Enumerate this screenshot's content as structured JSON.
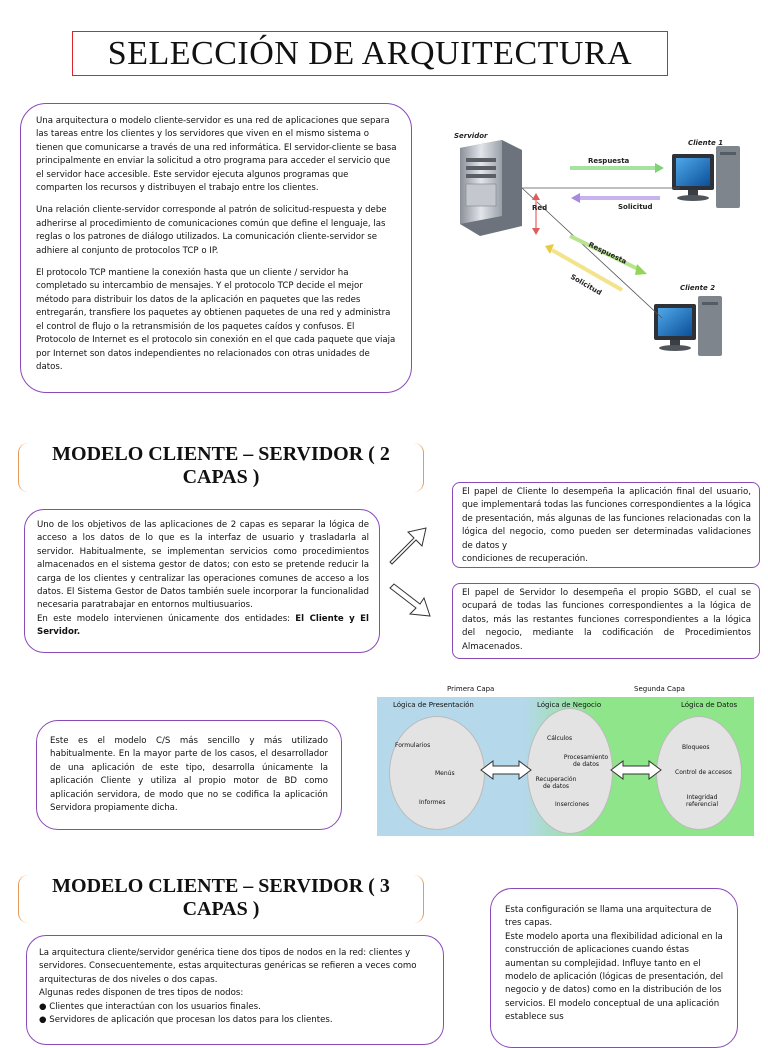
{
  "title": "SELECCIÓN DE ARQUITECTURA",
  "intro": {
    "p1": "Una arquitectura o modelo cliente-servidor es una red de aplicaciones que separa las tareas entre los clientes y los servidores que viven en el mismo sistema o tienen que comunicarse a través de una red informática. El servidor-cliente se basa principalmente en enviar la solicitud a otro programa para acceder el servicio que el servidor hace accesible. Este servidor ejecuta algunos programas que comparten los recursos y distribuyen el trabajo entre los clientes.",
    "p2": "Una relación cliente-servidor corresponde al patrón de solicitud-respuesta y debe adherirse al procedimiento de comunicaciones común que define el lenguaje, las reglas o los patrones de diálogo utilizados. La comunicación cliente-servidor se adhiere al conjunto de protocolos TCP o IP.",
    "p3": "El protocolo TCP mantiene la conexión hasta que un cliente / servidor ha completado su intercambio de mensajes. Y el protocolo TCP decide el mejor método para distribuir los datos de la aplicación en paquetes que las redes entregarán, transfiere los paquetes ay obtienen paquetes de una red y administra el control de flujo o la retransmisión de los paquetes caídos y confusos. El Protocolo de Internet es el protocolo sin conexión en el que cada paquete que viaja por Internet son datos independientes no relacionados con otras unidades de datos."
  },
  "network_diagram": {
    "servidor": "Servidor",
    "cliente1": "Cliente 1",
    "cliente2": "Cliente 2",
    "red": "Red",
    "respuesta": "Respuesta",
    "solicitud": "Solicitud"
  },
  "section2": {
    "heading_line1": "MODELO CLIENTE – SERVIDOR   ( 2",
    "heading_line2": "CAPAS )",
    "main_text": "Uno de los objetivos de las aplicaciones de 2 capas es separar la lógica de acceso a los datos de lo que es la interfaz de usuario y trasladarla al servidor. Habitualmente, se implementan servicios como procedimientos almacenados en el sistema gestor de datos; con esto se pretende reducir la carga de los clientes y centralizar las operaciones comunes de acceso a los datos. El Sistema Gestor de Datos también suele incorporar la funcionalidad necesaria paratrabajar en entornos multiusuarios.",
    "main_text2_prefix": "En este modelo intervienen únicamente dos entidades: ",
    "main_text2_bold": "El Cliente y El Servidor.",
    "client_text": "El papel de Cliente lo desempeña la aplicación final del usuario, que implementará todas las funciones correspondientes a la lógica de presentación, más algunas de las funciones relacionadas con la lógica del negocio, como pueden ser determinadas validaciones de datos y",
    "client_text2": "condiciones de recuperación.",
    "server_text": "El papel de Servidor lo desempeña el propio SGBD, el cual se ocupará de todas las funciones correspondientes a la lógica de datos, más las restantes funciones correspondientes a la lógica del negocio, mediante la codificación de Procedimientos Almacenados.",
    "simple_text": "Este es el modelo C/S más sencillo y más utilizado habitualmente. En la mayor parte de los casos, el desarrollador de una aplicación de este tipo, desarrolla únicamente la aplicación Cliente y utiliza al propio motor de BD como aplicación servidora, de modo que no se codifica la aplicación Servidora propiamente dicha."
  },
  "layers_diagram": {
    "primera_capa": "Primera Capa",
    "segunda_capa": "Segunda Capa",
    "logica_presentacion": "Lógica de Presentación",
    "logica_negocio": "Lógica de Negocio",
    "logica_datos": "Lógica de Datos",
    "formularios": "Formularios",
    "menus": "Menús",
    "informes": "Informes",
    "calculos": "Cálculos",
    "procesamiento": "Procesamiento de datos",
    "recuperacion": "Recuperación de datos",
    "inserciones": "Inserciones",
    "bloqueos": "Bloqueos",
    "control_accesos": "Control de accesos",
    "integridad": "Integridad referencial",
    "colors": {
      "blue": "#b5d8ea",
      "green": "#8ee58a",
      "ellipse": "#e3e3e3"
    }
  },
  "section3": {
    "heading_line1": "MODELO CLIENTE – SERVIDOR   ( 3",
    "heading_line2": "CAPAS )",
    "left_text1": "La arquitectura cliente/servidor genérica tiene dos tipos de nodos en la red: clientes y servidores. Consecuentemente, estas arquitecturas genéricas se refieren a veces como arquitecturas de dos niveles o dos capas.",
    "left_text2": "Algunas redes disponen de tres tipos de nodos:",
    "bullet1": "Clientes que interactúan con los usuarios finales.",
    "bullet2": "Servidores de aplicación que procesan los datos para los clientes.",
    "right_text1": "Esta configuración se llama una arquitectura de tres capas.",
    "right_text2": "Este modelo aporta una flexibilidad adicional en la construcción de aplicaciones cuando éstas aumentan su complejidad. Influye tanto en el modelo de aplicación (lógicas de presentación, del negocio y de datos) como en la distribución de los servicios. El modelo conceptual de una aplicación establece sus"
  }
}
